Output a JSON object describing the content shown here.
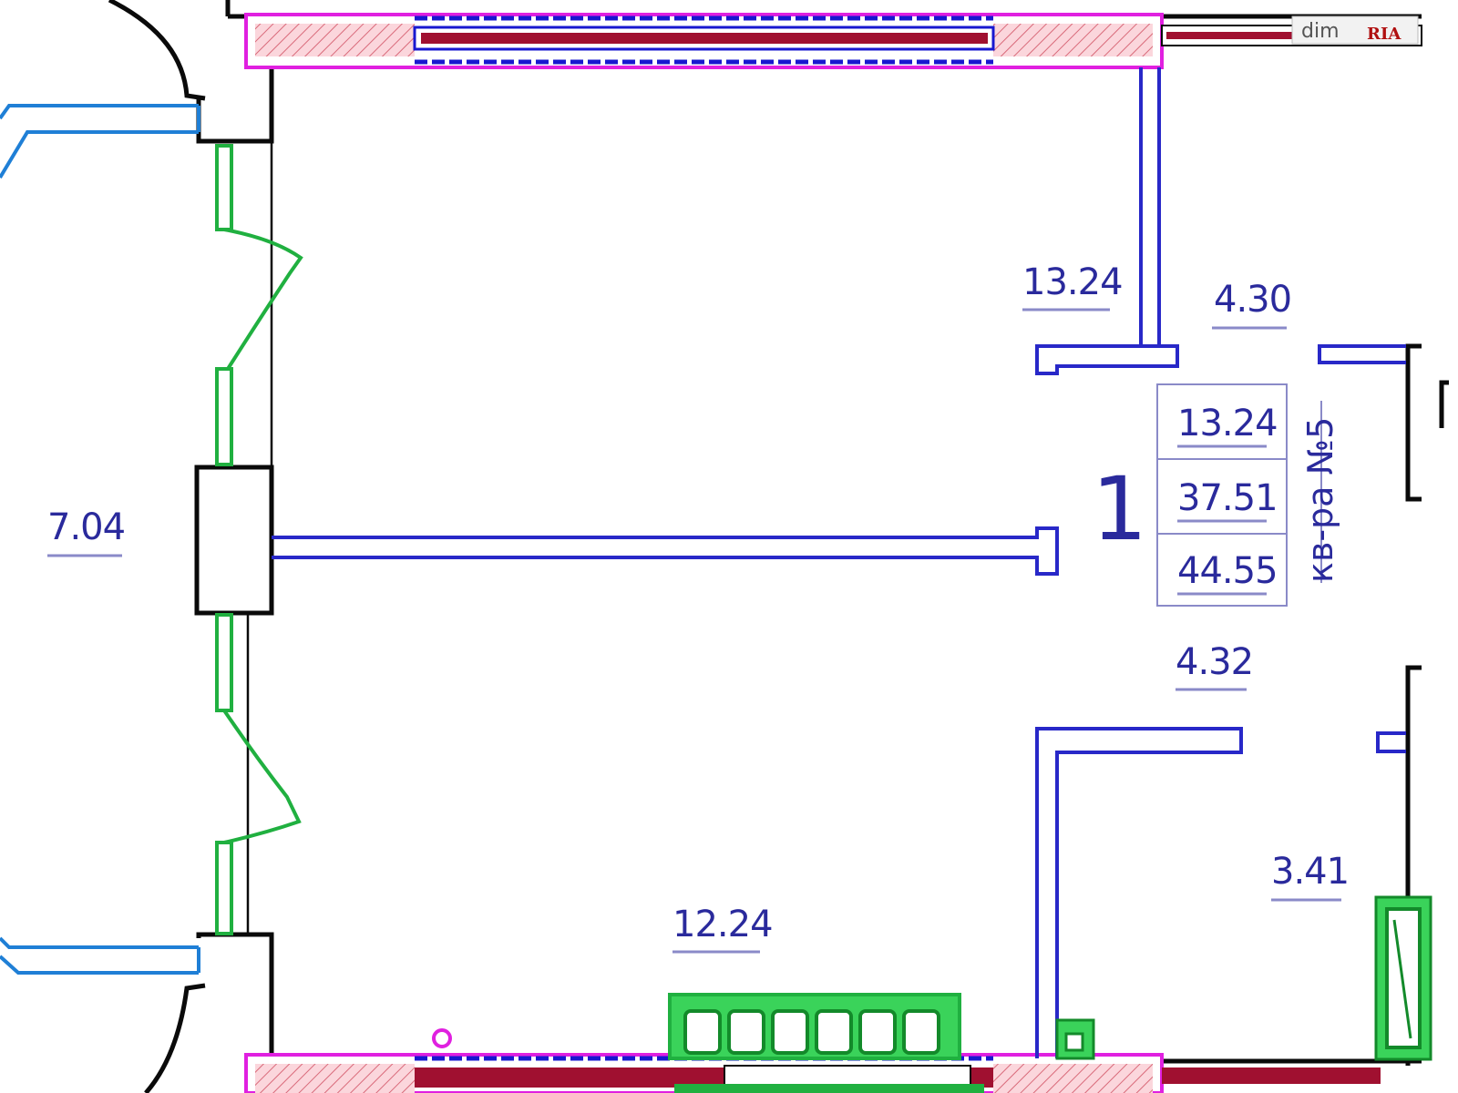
{
  "rooms": {
    "room_top": {
      "area": "13.24"
    },
    "corridor": {
      "area": "4.30"
    },
    "balcony": {
      "area": "7.04"
    },
    "hall": {
      "area": "4.32"
    },
    "bathroom": {
      "area": "3.41"
    },
    "kitchen": {
      "area": "12.24"
    }
  },
  "summary": {
    "room_count": "1",
    "living_area": "13.24",
    "usable_area": "37.51",
    "total_area": "44.55",
    "apartment_label": "кв-ра №5"
  },
  "watermark": {
    "text1": "dim",
    "text2": "RIA"
  },
  "colors": {
    "wall_outer": "#0a0a0a",
    "partition": "#2828c8",
    "window_frame": "#1818d0",
    "window_red": "#a01030",
    "pillar_magenta": "#e020e0",
    "balcony_blue": "#1f7fd6",
    "fixtures_green": "#20b040",
    "text": "#2a2a9c"
  }
}
